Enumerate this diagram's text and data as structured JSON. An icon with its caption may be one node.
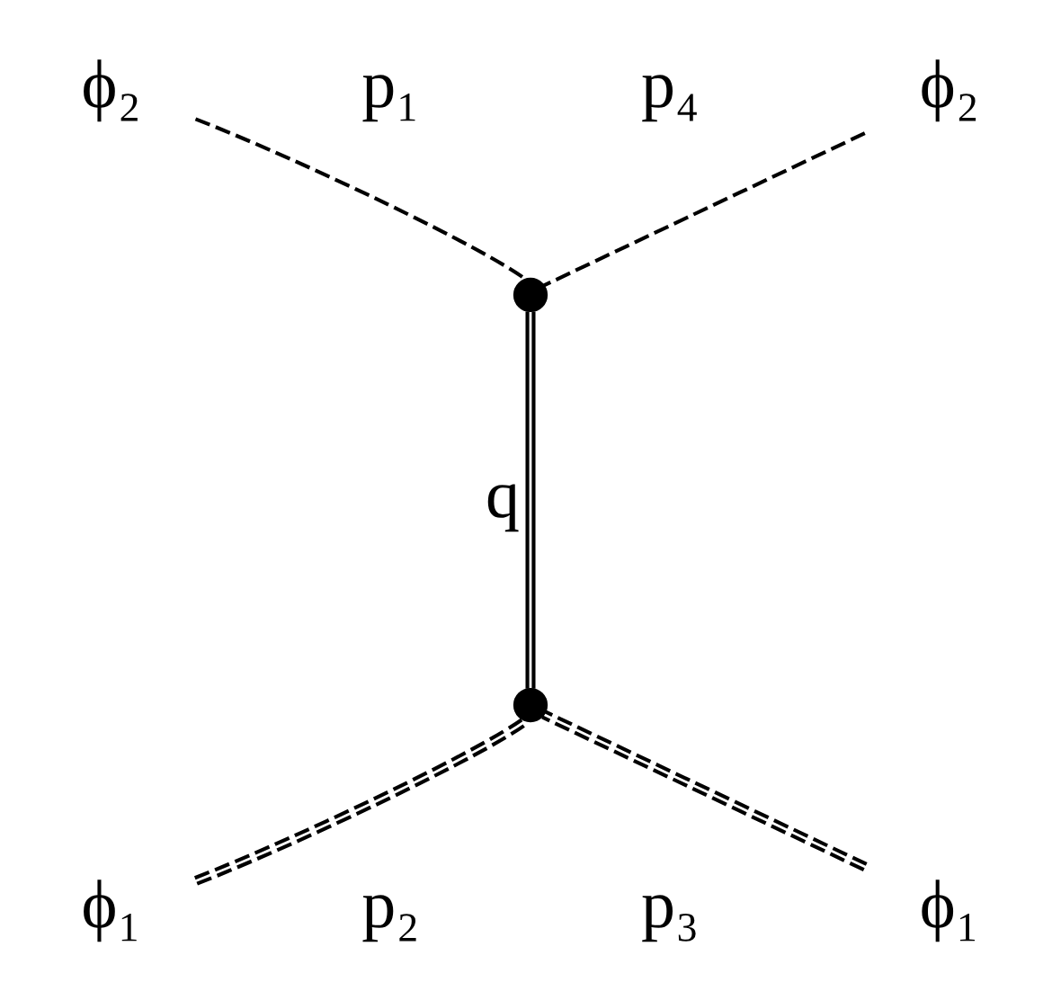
{
  "diagram": {
    "nodes": [
      {
        "text": [
          "ϕ₂"
        ]
      },
      {
        "text": [
          "ϕ₂"
        ]
      },
      {
        "text": [],
        "shape": "circle"
      },
      {
        "text": [],
        "shape": "circle"
      },
      {
        "text": [
          "ϕ₁"
        ]
      },
      {
        "text": [
          "ϕ₁"
        ]
      }
    ],
    "edges": [
      {
        "from": 0,
        "to": 2,
        "arrow": "none",
        "style": "dashed"
      },
      {
        "from": 1,
        "to": 2,
        "arrow": "none",
        "style": "dashed"
      },
      {
        "from": 2,
        "to": 3,
        "arrow": "none"
      },
      {
        "from": 4,
        "to": 3,
        "arrow": "none",
        "style": "dashed"
      },
      {
        "from": 5,
        "to": 3,
        "arrow": "none",
        "style": "dashed"
      }
    ],
    "labels": [
      "p₁",
      "p₄",
      "q",
      "p₂",
      "p₃"
    ]
  }
}
